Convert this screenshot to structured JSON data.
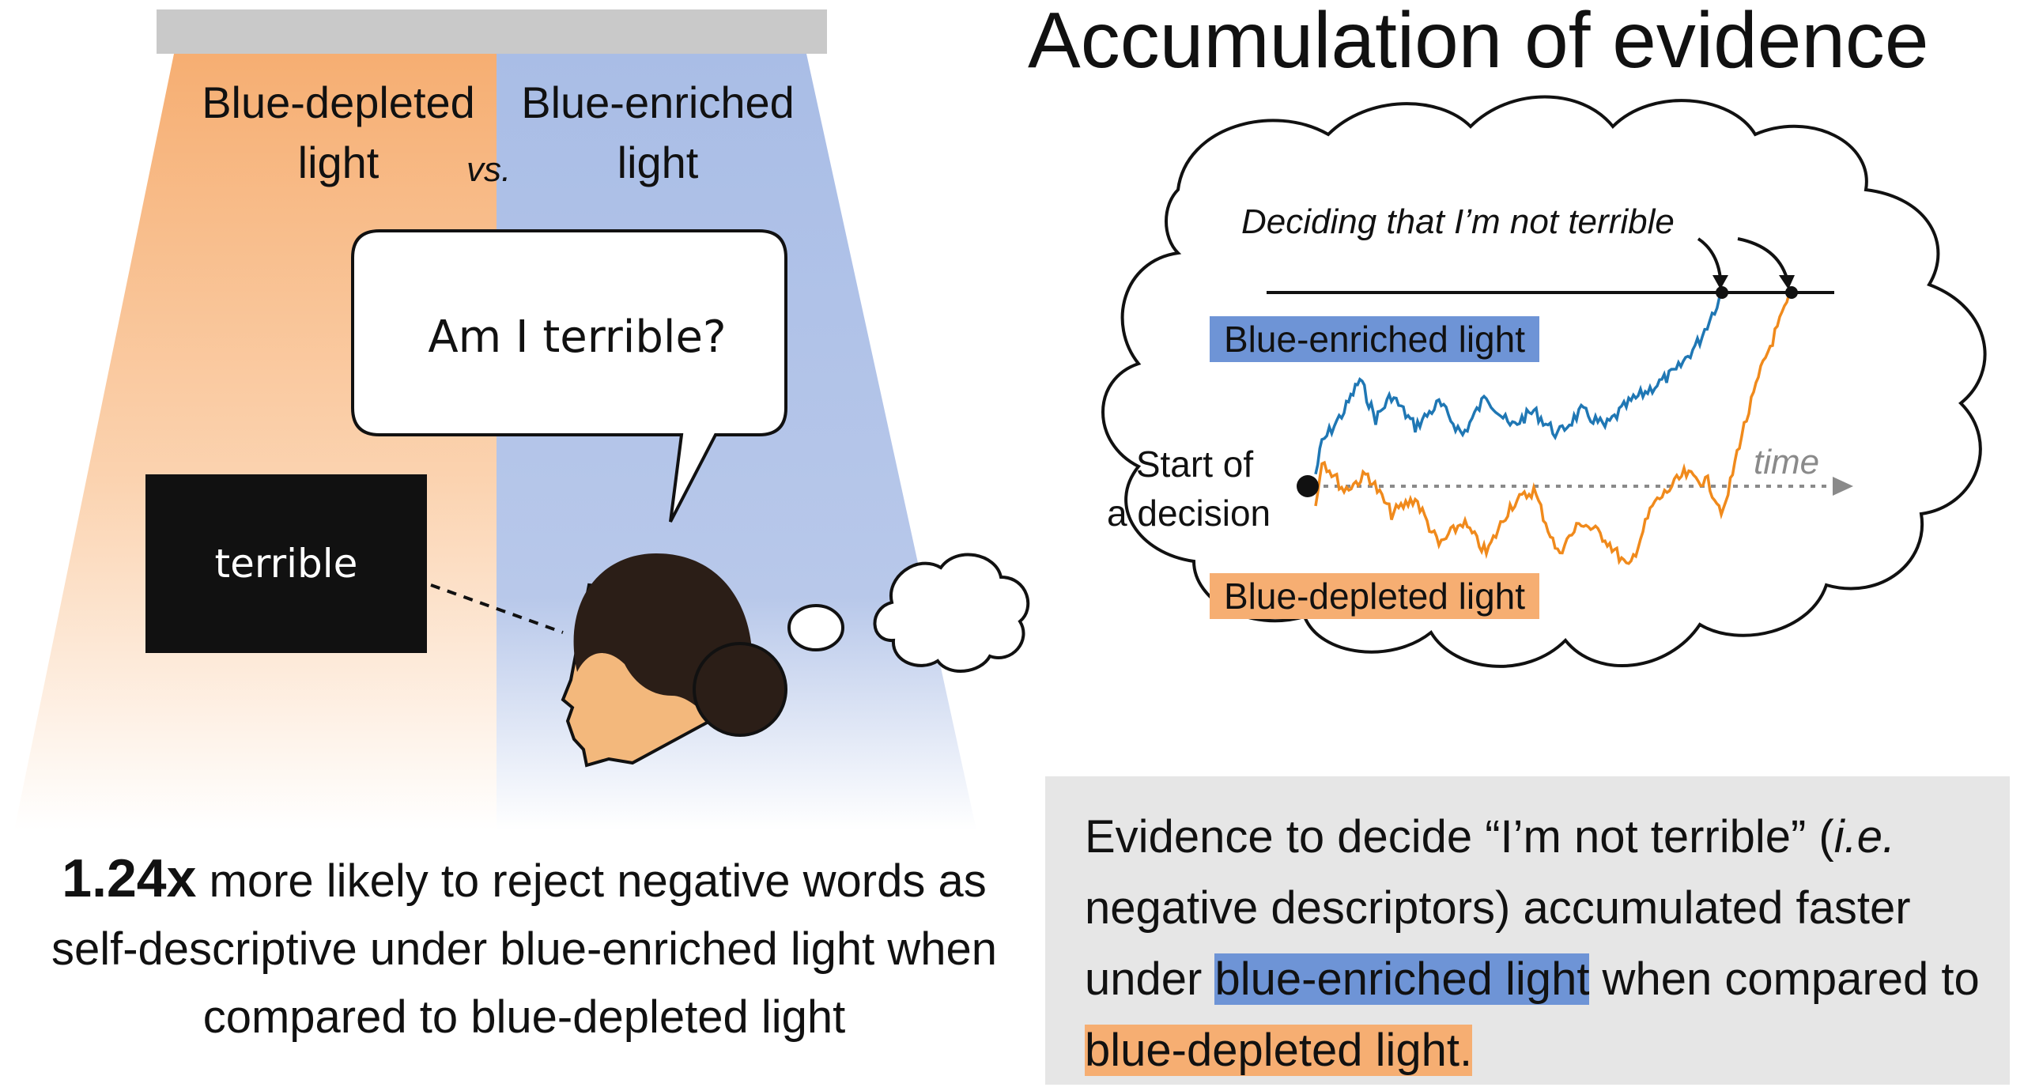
{
  "title": "Accumulation of evidence",
  "light_panel": {
    "left_label_line1": "Blue-depleted",
    "left_label_line2": "light",
    "vs": "vs.",
    "right_label_line1": "Blue-enriched",
    "right_label_line2": "light"
  },
  "speech_bubble": "Am I terrible?",
  "word_card": "terrible",
  "thought": {
    "deciding_label": "Deciding that I’m not terrible",
    "enriched_tag": "Blue-enriched light",
    "depleted_tag": "Blue-depleted light",
    "start_line1": "Start of",
    "start_line2": "a decision",
    "time_label": "time"
  },
  "caption": {
    "bold": "1.24x",
    "rest": " more likely to reject negative words as self-descriptive under blue-enriched light when compared to blue-depleted light"
  },
  "evidence": {
    "p1": "Evidence to decide “I’m not terrible” (",
    "ie": "i.e.",
    "p2": " negative descriptors) accumulated faster under ",
    "hl_blue": "blue-enriched light",
    "p3": " when compared to ",
    "hl_orange": "blue-depleted light."
  },
  "colors": {
    "orange_light": "#f6ae72",
    "blue_light": "#a9bde6",
    "blue_trace": "#1f77b4",
    "orange_trace": "#f08a1c",
    "skin": "#f3b87c",
    "hair": "#2b1e17"
  }
}
